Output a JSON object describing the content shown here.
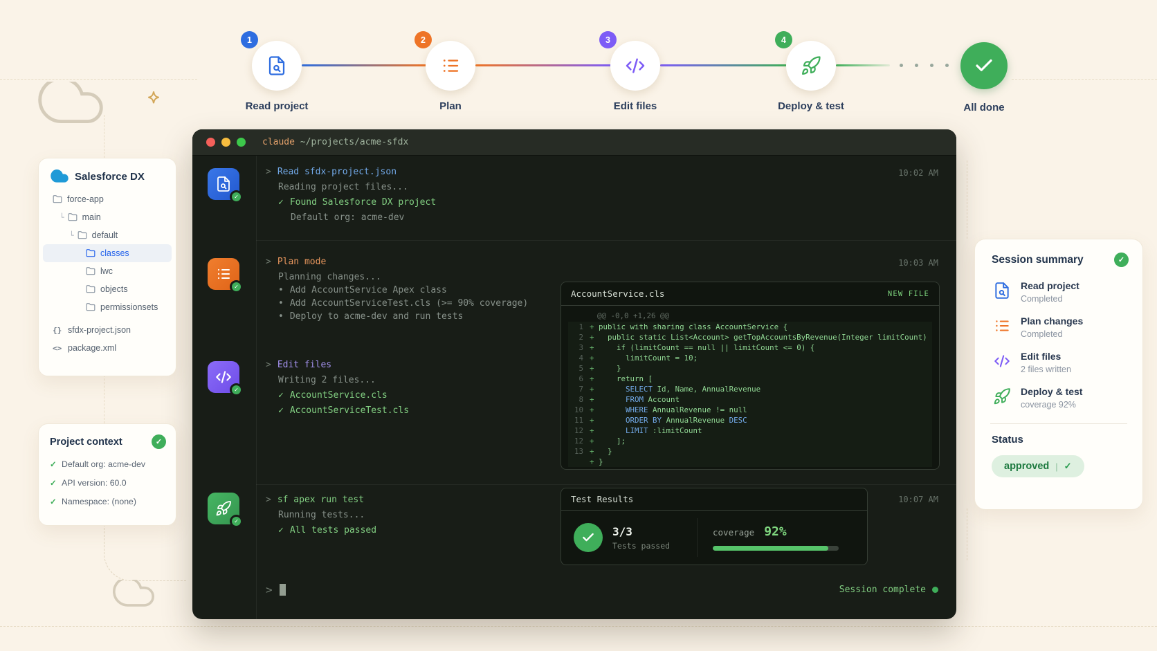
{
  "colors": {
    "blue": "#2e6de0",
    "orange": "#ee7427",
    "purple": "#7d5cf6",
    "green": "#3fae5a",
    "terminal_green": "#82cf82",
    "salesforce_blue": "#1f9ad7",
    "approved_badge_bg": "#def0e0"
  },
  "icons": {
    "check": "✓",
    "bullet": "•",
    "chevron": ">",
    "tree_connector": "└",
    "braces_glyph": "{}",
    "angle_glyph": "<>",
    "code_glyph": "</>",
    "pill_sep": "|"
  },
  "stepper": {
    "steps": [
      {
        "num": "1",
        "label": "Read project"
      },
      {
        "num": "2",
        "label": "Plan"
      },
      {
        "num": "3",
        "label": "Edit files"
      },
      {
        "num": "4",
        "label": "Deploy & test"
      }
    ],
    "done_label": "All done"
  },
  "file_panel": {
    "title": "Salesforce DX",
    "items": [
      {
        "label": "force-app"
      },
      {
        "label": "main"
      },
      {
        "label": "default"
      },
      {
        "label": "classes"
      },
      {
        "label": "lwc"
      },
      {
        "label": "objects"
      },
      {
        "label": "permissionsets"
      },
      {
        "label": "sfdx-project.json"
      },
      {
        "label": "package.xml"
      }
    ]
  },
  "project_context": {
    "title": "Project context",
    "items": [
      "Default org: acme-dev",
      "API version: 60.0",
      "Namespace: (none)"
    ]
  },
  "terminal": {
    "title_app": "claude",
    "title_path": "~/projects/acme-sfdx",
    "sections": {
      "read": {
        "time": "10:02 AM",
        "command": "Read sfdx-project.json",
        "line1": "Reading project files...",
        "line2": "Found Salesforce DX project",
        "line3": "Default org: acme-dev"
      },
      "plan": {
        "time": "10:03 AM",
        "command": "Plan mode",
        "line1": "Planning changes...",
        "bullet1": "Add AccountService Apex class",
        "bullet2": "Add AccountServiceTest.cls (>= 90% coverage)",
        "bullet3": "Deploy to acme-dev and run tests"
      },
      "edit": {
        "command": "Edit files",
        "line1": "Writing 2 files...",
        "file1": "AccountService.cls",
        "file2": "AccountServiceTest.cls"
      },
      "test": {
        "time": "10:07 AM",
        "command": "sf apex run test",
        "line1": "Running tests...",
        "line2": "All tests passed"
      }
    },
    "diff": {
      "filename": "AccountService.cls",
      "badge": "NEW FILE",
      "hunk": "@@ -0,0 +1,26 @@",
      "keywords": [
        "SELECT",
        "FROM",
        "WHERE",
        "ORDER",
        "BY",
        "DESC",
        "LIMIT"
      ],
      "lines": [
        {
          "n": "1",
          "code": "public with sharing class AccountService {"
        },
        {
          "n": "2",
          "code": "  public static List<Account> getTopAccountsByRevenue(Integer limitCount) {"
        },
        {
          "n": "3",
          "code": "    if (limitCount == null || limitCount <= 0) {"
        },
        {
          "n": "4",
          "code": "      limitCount = 10;"
        },
        {
          "n": "5",
          "code": "    }"
        },
        {
          "n": "6",
          "code": "    return ["
        },
        {
          "n": "7",
          "code": "      SELECT Id, Name, AnnualRevenue"
        },
        {
          "n": "8",
          "code": "      FROM Account"
        },
        {
          "n": "10",
          "code": "      WHERE AnnualRevenue != null"
        },
        {
          "n": "11",
          "code": "      ORDER BY AnnualRevenue DESC"
        },
        {
          "n": "12",
          "code": "      LIMIT :limitCount"
        },
        {
          "n": "12",
          "code": "    ];"
        },
        {
          "n": "13",
          "code": "  }"
        },
        {
          "n": "",
          "code": "}"
        }
      ]
    },
    "test_results": {
      "title": "Test Results",
      "passed_ratio": "3/3",
      "passed_label": "Tests passed",
      "coverage_label": "coverage",
      "coverage_value": "92%",
      "coverage_percent": 92
    },
    "footer": {
      "status": "Session complete"
    }
  },
  "session_summary": {
    "title": "Session summary",
    "items": [
      {
        "title": "Read project",
        "sub": "Completed"
      },
      {
        "title": "Plan changes",
        "sub": "Completed"
      },
      {
        "title": "Edit files",
        "sub": "2 files written"
      },
      {
        "title": "Deploy & test",
        "sub": "coverage 92%"
      }
    ],
    "status_label": "Status",
    "badge_text": "approved"
  }
}
